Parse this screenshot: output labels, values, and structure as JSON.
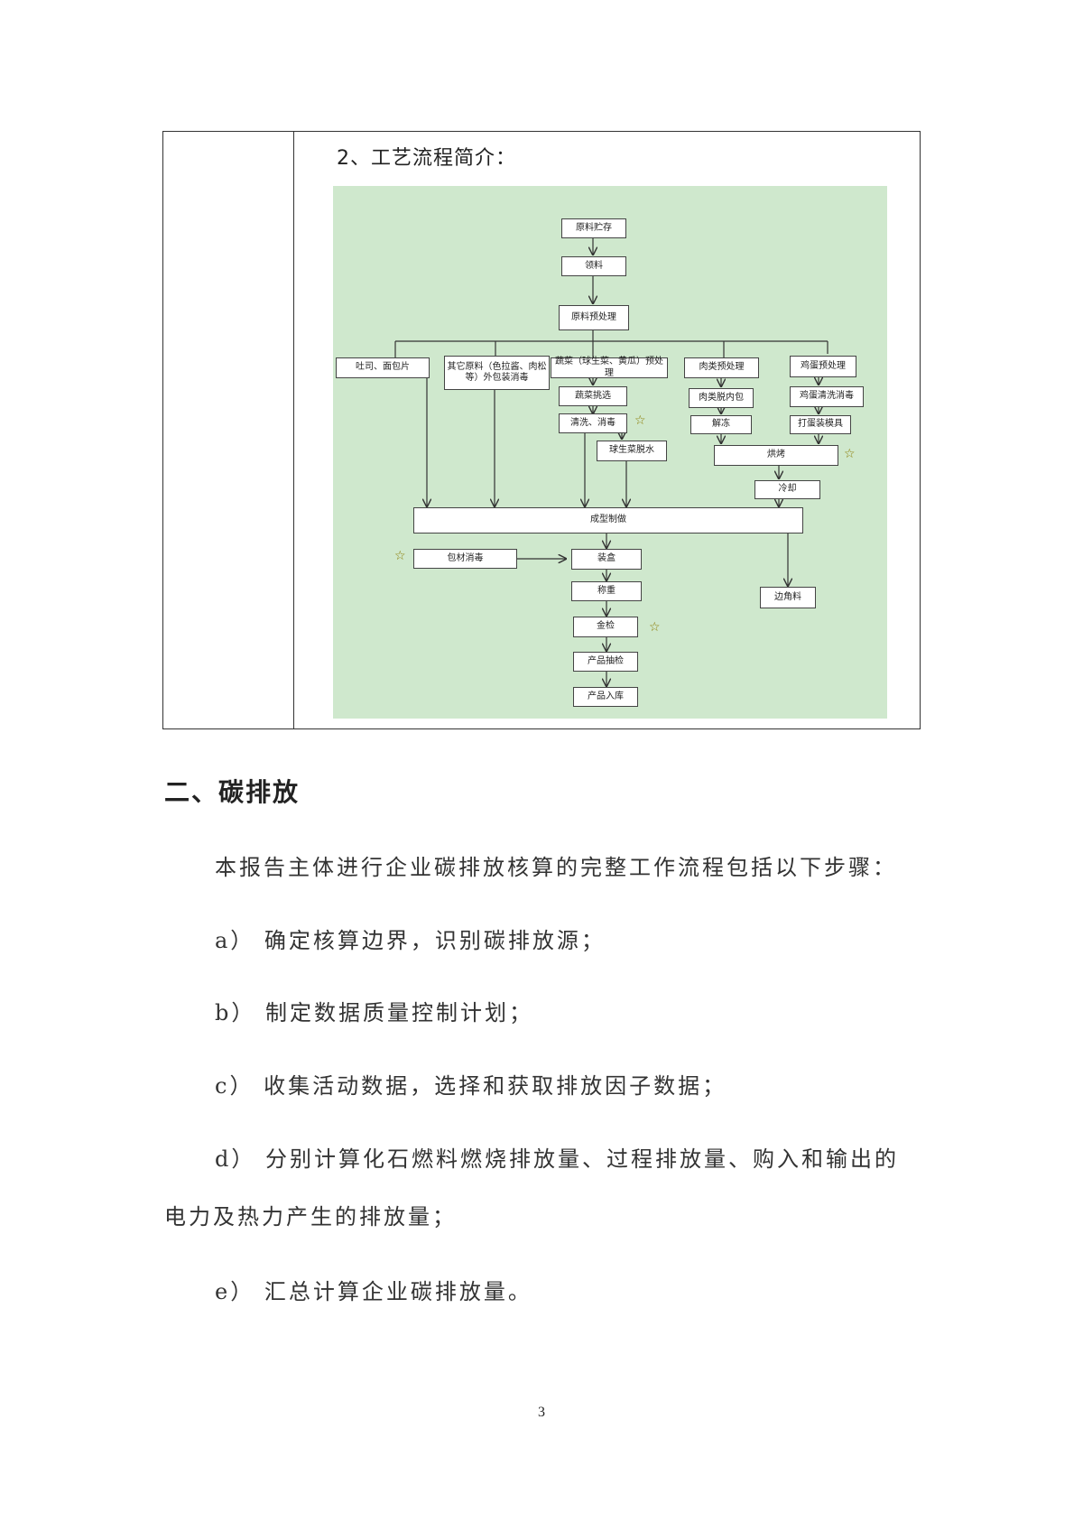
{
  "process_intro": {
    "subheading": "2、工艺流程简介：",
    "flow": {
      "raw_storage": "原料贮存",
      "picking": "领料",
      "raw_pretreat": "原料预处理",
      "toast": "吐司、面包片",
      "other_raw": "其它原料（色拉酱、肉松等）外包装消毒",
      "veg_pretreat": "蔬菜（球生菜、黄瓜）预处理",
      "meat_pretreat": "肉类预处理",
      "egg_pretreat": "鸡蛋预处理",
      "veg_select": "蔬菜挑选",
      "wash_disinfect": "清洗、消毒",
      "lettuce_dewater": "球生菜脱水",
      "meat_unwrap": "肉类脱内包",
      "thaw": "解冻",
      "egg_wash": "鸡蛋清洗消毒",
      "beat_egg": "打蛋装模具",
      "bake": "烘烤",
      "cool": "冷却",
      "forming": "成型制做",
      "packaging_disinfect": "包材消毒",
      "boxing": "装盒",
      "weighing": "称重",
      "metal_check": "金检",
      "sampling": "产品抽检",
      "warehouse": "产品入库",
      "scraps": "边角料",
      "star": "☆"
    }
  },
  "section": {
    "heading": "二、碳排放",
    "intro": "本报告主体进行企业碳排放核算的完整工作流程包括以下步骤：",
    "step_a": "a） 确定核算边界，识别碳排放源；",
    "step_b": "b） 制定数据质量控制计划；",
    "step_c": "c） 收集活动数据，选择和获取排放因子数据；",
    "step_d_line1": "d） 分别计算化石燃料燃烧排放量、过程排放量、购入和输出的",
    "step_d_line2": "电力及热力产生的排放量；",
    "step_e": "e） 汇总计算企业碳排放量。"
  },
  "page_number": "3"
}
